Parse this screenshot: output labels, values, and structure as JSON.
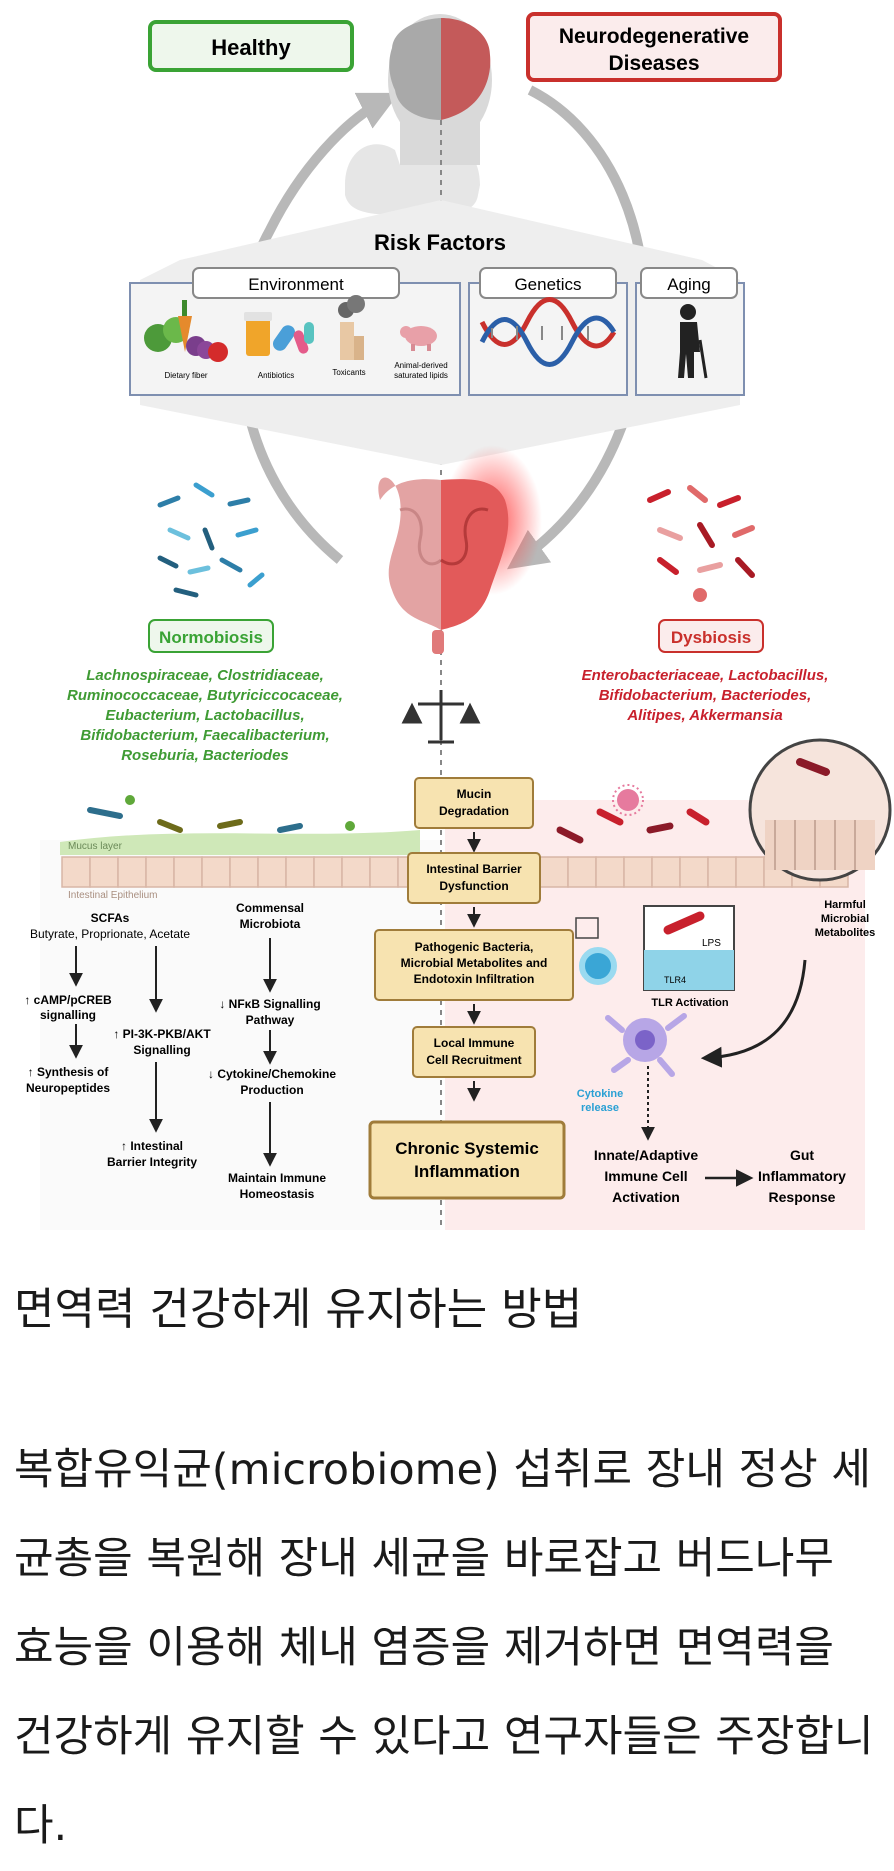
{
  "top": {
    "healthy": "Healthy",
    "neuro_line1": "Neurodegenerative",
    "neuro_line2": "Diseases"
  },
  "risk": {
    "title": "Risk Factors",
    "environment": "Environment",
    "genetics": "Genetics",
    "aging": "Aging",
    "icons": [
      {
        "label": "Dietary fiber",
        "icon": "vegetables-icon"
      },
      {
        "label": "Antibiotics",
        "icon": "pills-icon"
      },
      {
        "label": "Toxicants",
        "icon": "factory-icon"
      },
      {
        "label_line1": "Animal-derived",
        "label_line2": "saturated lipids",
        "icon": "pig-icon"
      }
    ]
  },
  "normobiosis": {
    "label": "Normobiosis",
    "species": [
      "Lachnospiraceae, Clostridiaceae,",
      "Ruminococcaceae, Butyriciccocaceae,",
      "Eubacterium, Lactobacillus,",
      "Bifidobacterium, Faecalibacterium,",
      "Roseburia, Bacteriodes"
    ]
  },
  "dysbiosis": {
    "label": "Dysbiosis",
    "species": [
      "Enterobacteriaceae, Lactobacillus,",
      "Bifidobacterium, Bacteriodes,",
      "Alitipes, Akkermansia"
    ]
  },
  "layers": {
    "mucus": "Mucus layer",
    "epithelium": "Intestinal Epithelium"
  },
  "center_steps": [
    [
      "Mucin",
      "Degradation"
    ],
    [
      "Intestinal Barrier",
      "Dysfunction"
    ],
    [
      "Pathogenic Bacteria,",
      "Microbial Metabolites and",
      "Endotoxin Infiltration"
    ],
    [
      "Local Immune",
      "Cell Recruitment"
    ],
    [
      "Chronic Systemic",
      "Inflammation"
    ]
  ],
  "left_path": {
    "scfas": "SCFAs",
    "scfas_sub": "Butyrate, Proprionate, Acetate",
    "commensal_1": "Commensal",
    "commensal_2": "Microbiota",
    "camp_1": "↑ cAMP/pCREB",
    "camp_2": "signalling",
    "pi3k_1": "↑ PI-3K-PKB/AKT",
    "pi3k_2": "Signalling",
    "nfkb_1": "↓ NFκB Signalling",
    "nfkb_2": "Pathway",
    "synth_1": "↑ Synthesis of",
    "synth_2": "Neuropeptides",
    "cyto_1": "↓ Cytokine/Chemokine",
    "cyto_2": "Production",
    "barrier_1": "↑ Intestinal",
    "barrier_2": "Barrier Integrity",
    "homeo_1": "Maintain Immune",
    "homeo_2": "Homeostasis"
  },
  "right_path": {
    "lps": "LPS",
    "tlr4": "TLR4",
    "tlr_activation": "TLR Activation",
    "harmful_1": "Harmful",
    "harmful_2": "Microbial",
    "harmful_3": "Metabolites",
    "cytokine_1": "Cytokine",
    "cytokine_2": "release",
    "innate_1": "Innate/Adaptive",
    "innate_2": "Immune Cell",
    "innate_3": "Activation",
    "gut_1": "Gut",
    "gut_2": "Inflammatory",
    "gut_3": "Response"
  },
  "colors": {
    "healthy_green": "#3aa335",
    "disease_red": "#c9302c",
    "species_green": "#3f9b34",
    "species_red": "#c8202c",
    "step_fill": "#f7e3b0",
    "step_border": "#a07c3a",
    "dysbiosis_bg": "#fdecec"
  },
  "article": {
    "heading": "면역력 건강하게 유지하는 방법",
    "body": "복합유익균(microbiome) 섭취로 장내 정상 세균총을 복원해 장내 세균을 바로잡고 버드나무 효능을 이용해 체내 염증을 제거하면 면역력을 건강하게 유지할 수 있다고 연구자들은 주장합니다."
  }
}
